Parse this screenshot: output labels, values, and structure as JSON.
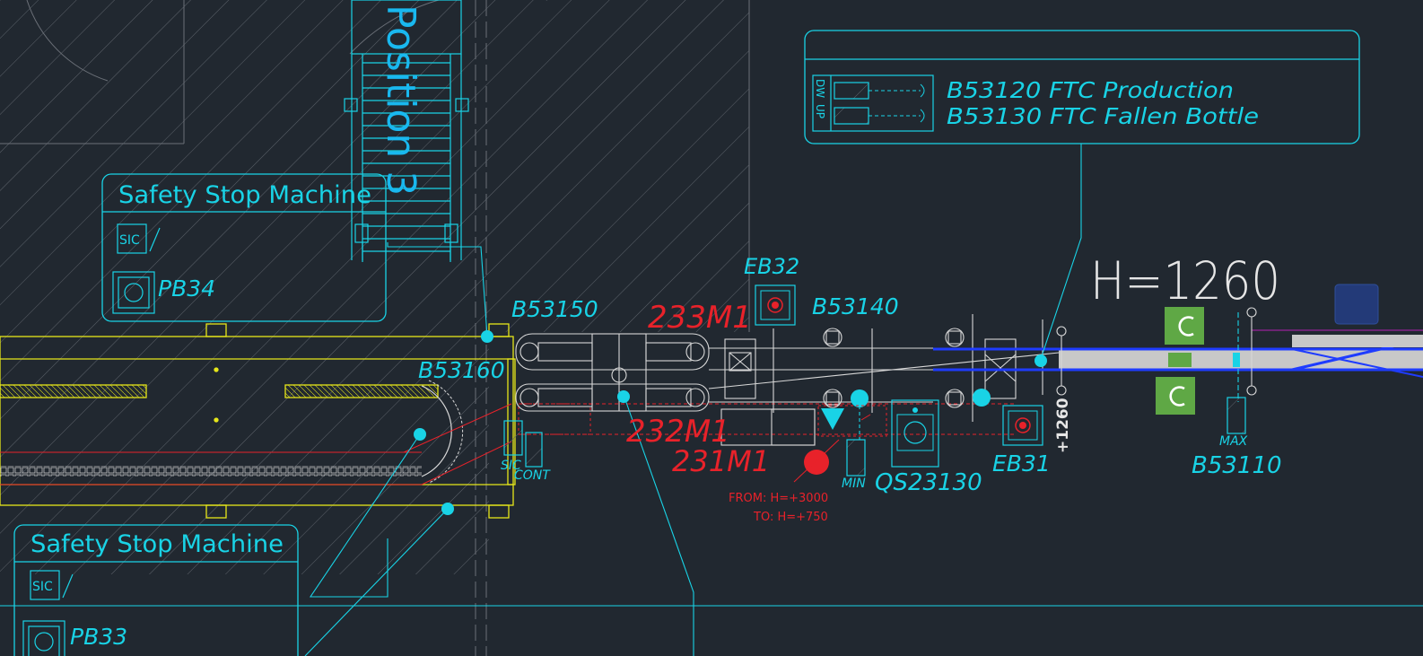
{
  "colors": {
    "background": "#212830",
    "cyan": "#19d3e6",
    "yellow": "#e6e61a",
    "red": "#e8222a",
    "white": "#e6e6e6",
    "green": "#5fa845",
    "blue": "#1f3cff",
    "hatch": "#6b7078"
  },
  "labels": {
    "position": "Position 3",
    "safety_box_top": {
      "title": "Safety Stop Machine",
      "sic": "SIC",
      "pb": "PB34"
    },
    "safety_box_bottom": {
      "title": "Safety Stop Machine",
      "sic": "SIC",
      "pb": "PB33"
    },
    "legend": {
      "tag_dw": "DW",
      "tag_up": "UP",
      "line1": "B53120  FTC  Production",
      "line2": "B53130  FTC  Fallen  Bottle"
    },
    "height": "H=1260",
    "height_dim": "+1260",
    "sensors": {
      "b53150": "B53150",
      "b53160": "B53160",
      "b53140": "B53140",
      "b53110": "B53110",
      "eb32": "EB32",
      "eb31": "EB31",
      "qs23130": "QS23130",
      "sic": "SIC",
      "cont": "CONT",
      "min": "MIN",
      "max": "MAX"
    },
    "motors": {
      "m233": "233M1",
      "m232": "232M1",
      "m231": "231M1"
    },
    "from_text": "FROM: H=+3000",
    "to_text": "TO: H=+750"
  }
}
